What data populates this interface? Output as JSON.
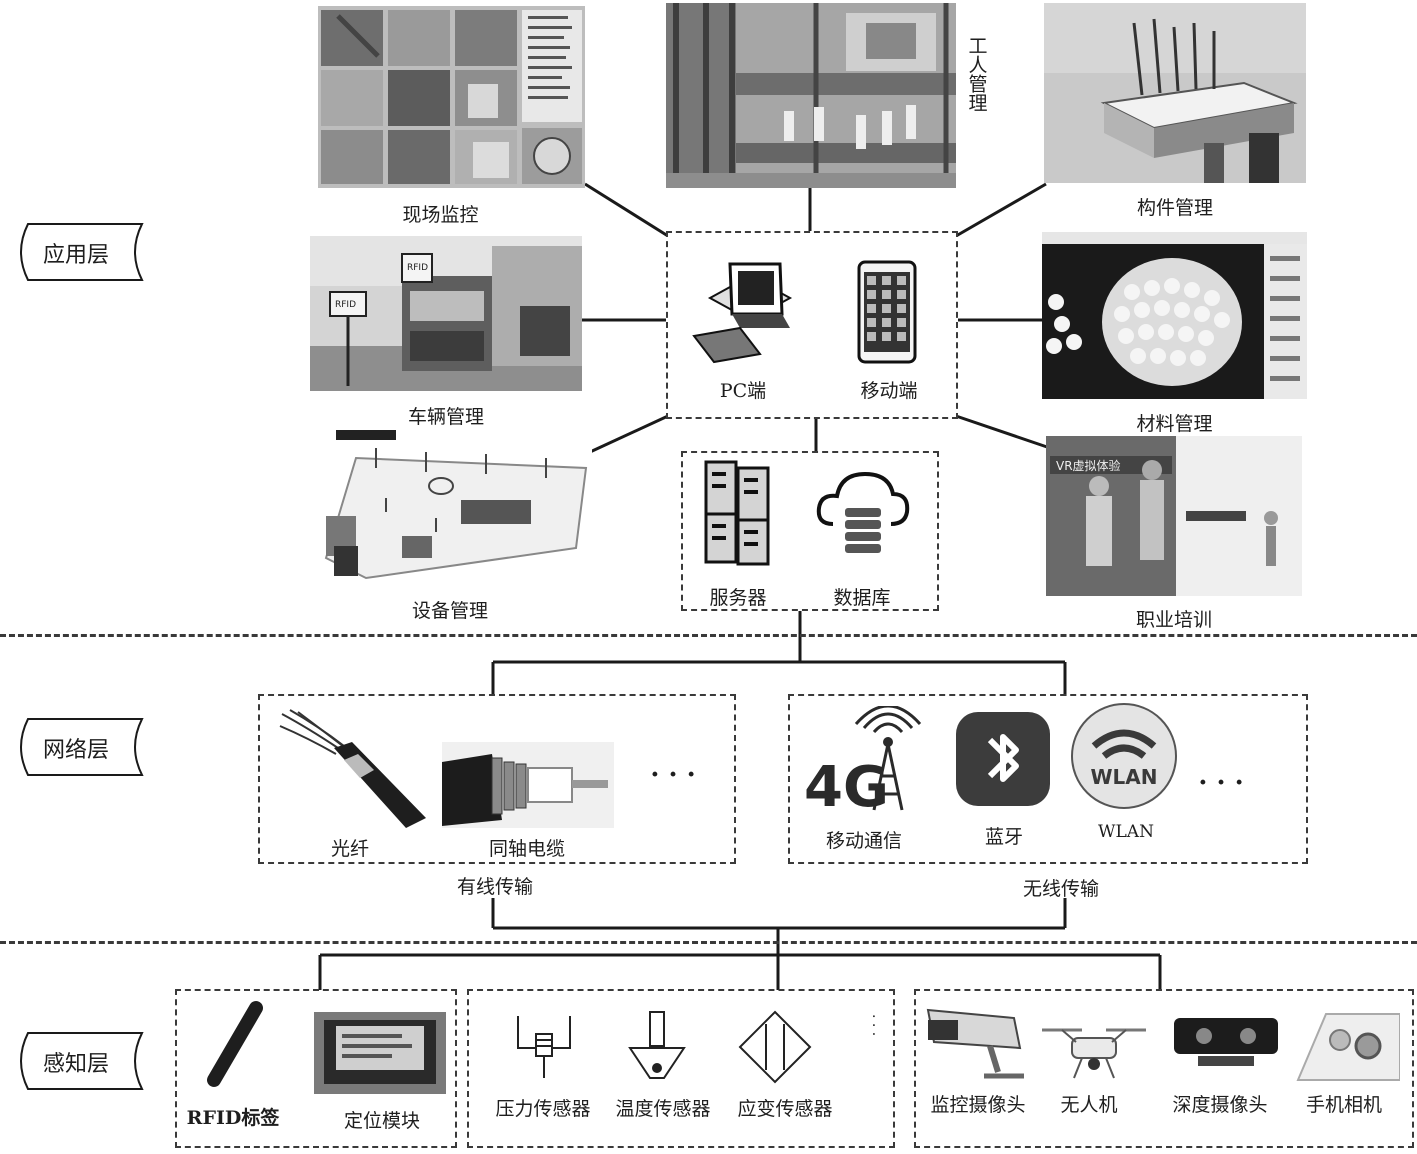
{
  "layers": {
    "application": "应用层",
    "network": "网络层",
    "perception": "感知层"
  },
  "application": {
    "site_monitoring": "现场监控",
    "worker_mgmt": "工人管理",
    "component_mgmt": "构件管理",
    "vehicle_mgmt": "车辆管理",
    "material_mgmt": "材料管理",
    "equipment_mgmt": "设备管理",
    "vocational_training": "职业培训",
    "pc": "PC端",
    "mobile": "移动端",
    "server": "服务器",
    "database": "数据库",
    "rfid_sign_1": "RFID",
    "rfid_sign_2": "RFID",
    "vr_sign": "VR虚拟体验"
  },
  "network": {
    "optical_fiber": "光纤",
    "coax_cable": "同轴电缆",
    "wired": "有线传输",
    "ellipsis_wired": "· · ·",
    "mobile_comm": "移动通信",
    "bluetooth": "蓝牙",
    "wlan": "WLAN",
    "wlan_badge": "WLAN",
    "fourg": "4G",
    "wireless": "无线传输",
    "ellipsis_wireless": "· · ·"
  },
  "perception": {
    "rfid_tag": "RFID标签",
    "positioning_module": "定位模块",
    "pressure_sensor": "压力传感器",
    "temperature_sensor": "温度传感器",
    "strain_sensor": "应变传感器",
    "ellipsis_sensors": "·  ·  ·",
    "surveillance_camera": "监控摄像头",
    "drone": "无人机",
    "depth_camera": "深度摄像头",
    "phone_camera": "手机相机"
  },
  "colors": {
    "line": "#1a1a1a",
    "dash": "#3a3a3a",
    "photo_dark": "#3d3d3d",
    "photo_mid": "#8a8a8a",
    "photo_light": "#d2d2d2"
  }
}
